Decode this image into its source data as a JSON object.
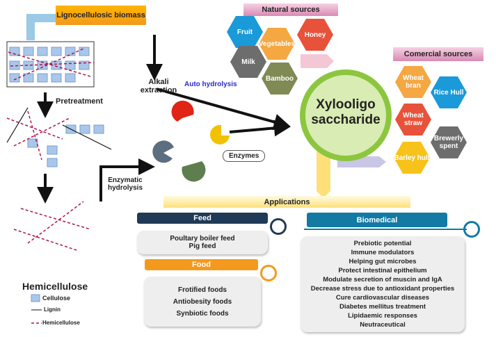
{
  "biomass": "Lignocellulosic biomass",
  "pretreatment": "Pretreatment",
  "hemicellulose": "Hemicellulose",
  "alkali": "Alkali extraction",
  "auto": "Auto hydrolysis",
  "enzymatic": "Enzymatic hydrolysis",
  "enzymes": "Enzymes",
  "xos": "Xylooligo saccharide",
  "natural": {
    "title": "Natural sources",
    "items": [
      "Fruit",
      "Vegetables",
      "Honey",
      "Milk",
      "Bamboo"
    ]
  },
  "commercial": {
    "title": "Comercial sources",
    "items": [
      "Wheat bran",
      "Rice Hull",
      "Wheat straw",
      "Brewerly spent",
      "Barley hull"
    ]
  },
  "applications": "Applications",
  "feed": {
    "title": "Feed",
    "items": [
      "Poultary boiler feed",
      "Pig feed"
    ]
  },
  "food": {
    "title": "Food",
    "items": [
      "Frotified foods",
      "Antiobesity foods",
      "Synbiotic foods"
    ]
  },
  "biomedical": {
    "title": "Biomedical",
    "items": [
      "Prebiotic potential",
      "Immune modulators",
      "Helping gut microbes",
      "Protect intestinal epithelium",
      "Modulate secretion of muscin and IgA",
      "Decrease stress due to antioxidant properties",
      "Cure cardiovascular diseases",
      "Diabetes mellitus treatment",
      "Lipidaemic responses",
      "Neutraceutical"
    ]
  },
  "legend": [
    "Cellulose",
    "Lignin",
    "Hemicellulose"
  ],
  "colors": {
    "blue": "#1a9ad8",
    "orange": "#f5a742",
    "red": "#e8523a",
    "gray": "#6d6d6d",
    "olive": "#7f8a55",
    "yellow": "#f7c31a",
    "green": "#8cc63f",
    "navy": "#1f3a57",
    "teal": "#127aa3",
    "foodorange": "#f39a1e"
  }
}
